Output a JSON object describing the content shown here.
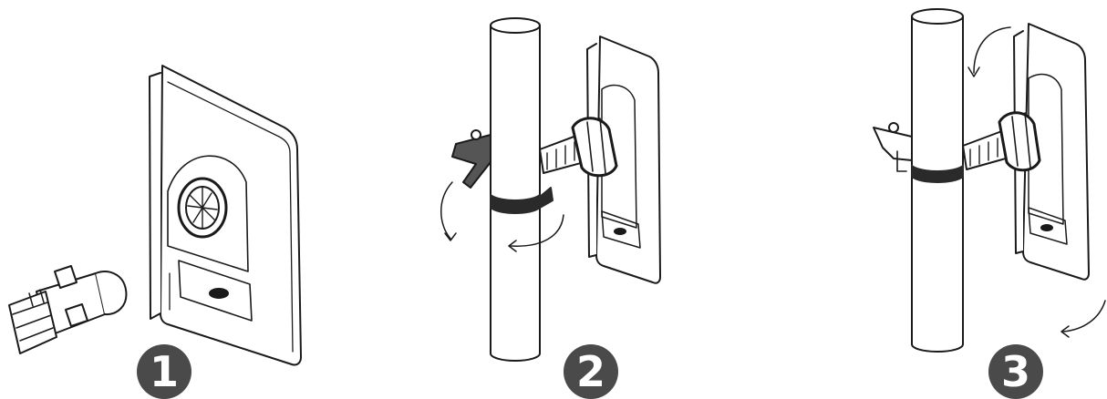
{
  "steps": [
    {
      "number": "1"
    },
    {
      "number": "2"
    },
    {
      "number": "3"
    }
  ],
  "colors": {
    "line": "#1a1a1a",
    "badge_fill": "#4a4a4a",
    "badge_text": "#ffffff",
    "background": "#ffffff",
    "strap": "#2a2a2a"
  }
}
